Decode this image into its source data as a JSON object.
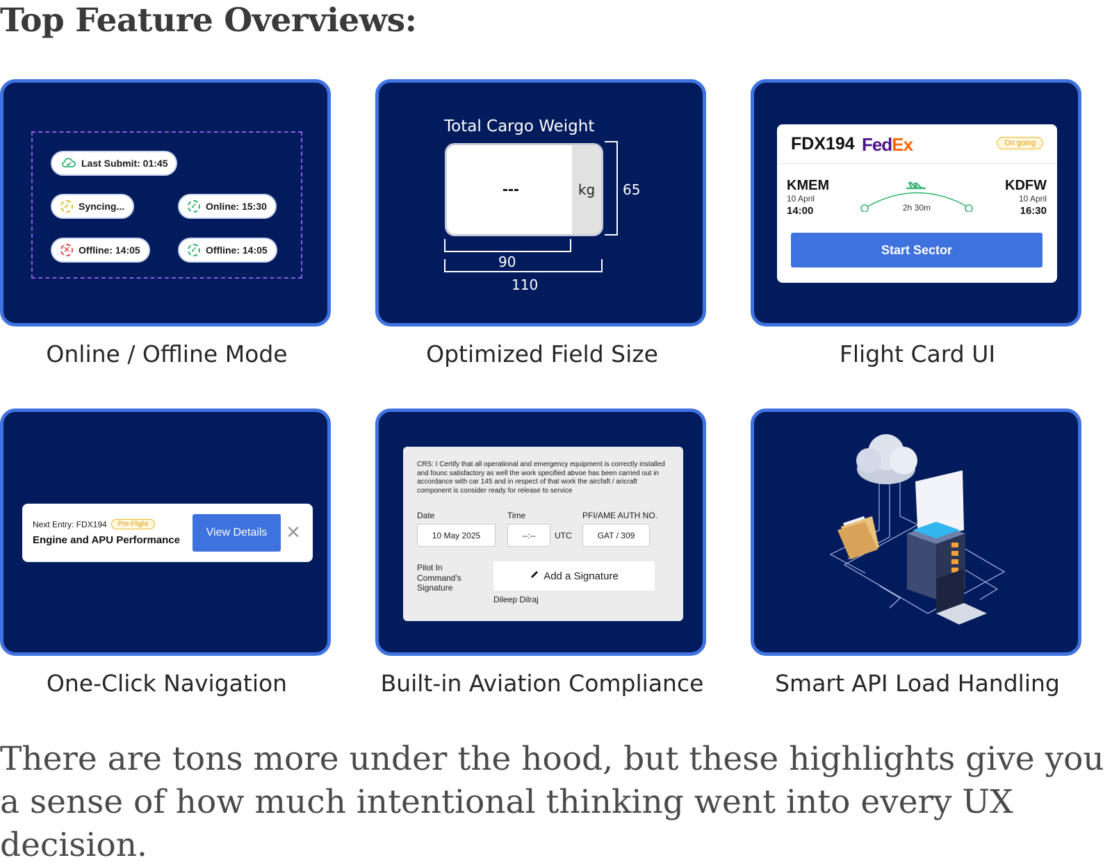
{
  "heading": "Top Feature Overviews:",
  "cards": {
    "online_offline": {
      "caption": "Online / Offline Mode",
      "last_submit": "Last Submit: 01:45",
      "syncing": "Syncing...",
      "online": "Online:  15:30",
      "offline_error": "Offline:  14:05",
      "offline_ok": "Offline:  14:05"
    },
    "field_size": {
      "caption": "Optimized Field Size",
      "label": "Total  Cargo Weight",
      "value": "---",
      "unit": "kg",
      "height_dim": "65",
      "input_width_dim": "90",
      "total_width_dim": "110"
    },
    "flight_card": {
      "caption": "Flight Card UI",
      "flight_number": "FDX194",
      "airline_fed": "Fed",
      "airline_ex": "Ex",
      "status": "On going",
      "origin_code": "KMEM",
      "origin_date": "10 April",
      "origin_time": "14:00",
      "duration": "2h 30m",
      "dest_code": "KDFW",
      "dest_date": "10 April",
      "dest_time": "16:30",
      "button": "Start Sector",
      "colors": {
        "fedex_purple": "#4d148c",
        "fedex_orange": "#ff6600",
        "route_green": "#2fb36b"
      }
    },
    "navigation": {
      "caption": "One-Click Navigation",
      "next_entry": "Next Entry:  FDX194",
      "badge": "Pre-Flight",
      "title": "Engine and APU Performance",
      "button": "View Details",
      "close": "✕"
    },
    "compliance": {
      "caption": "Built-in Aviation Compliance",
      "certification": "CRS: I Certify that all operational and emergency equipment is correctly installed and founc satisfactory as well the work specified abvoe  has been carried out in accordance with car 145 and in respect of that work the aircfaft / aricraft component is consider ready  for release to service",
      "date_label": "Date",
      "date_value": "10 May 2025",
      "time_label": "Time",
      "time_value": "--:--",
      "time_zone": "UTC",
      "auth_label": "PFI/AME AUTH NO.",
      "auth_value": "GAT / 309",
      "signature_label": "Pilot In Command's Signature",
      "signature_button": "Add a Signature",
      "signer_name": "Dileep Dilraj"
    },
    "api_load": {
      "caption": "Smart API Load Handling"
    }
  },
  "closing": "There are tons more under the hood, but these highlights give you a sense of how much intentional thinking went into every UX decision.",
  "colors": {
    "card_bg": "#021b5c",
    "card_border": "#3f73e0",
    "button_blue": "#3e72de"
  }
}
